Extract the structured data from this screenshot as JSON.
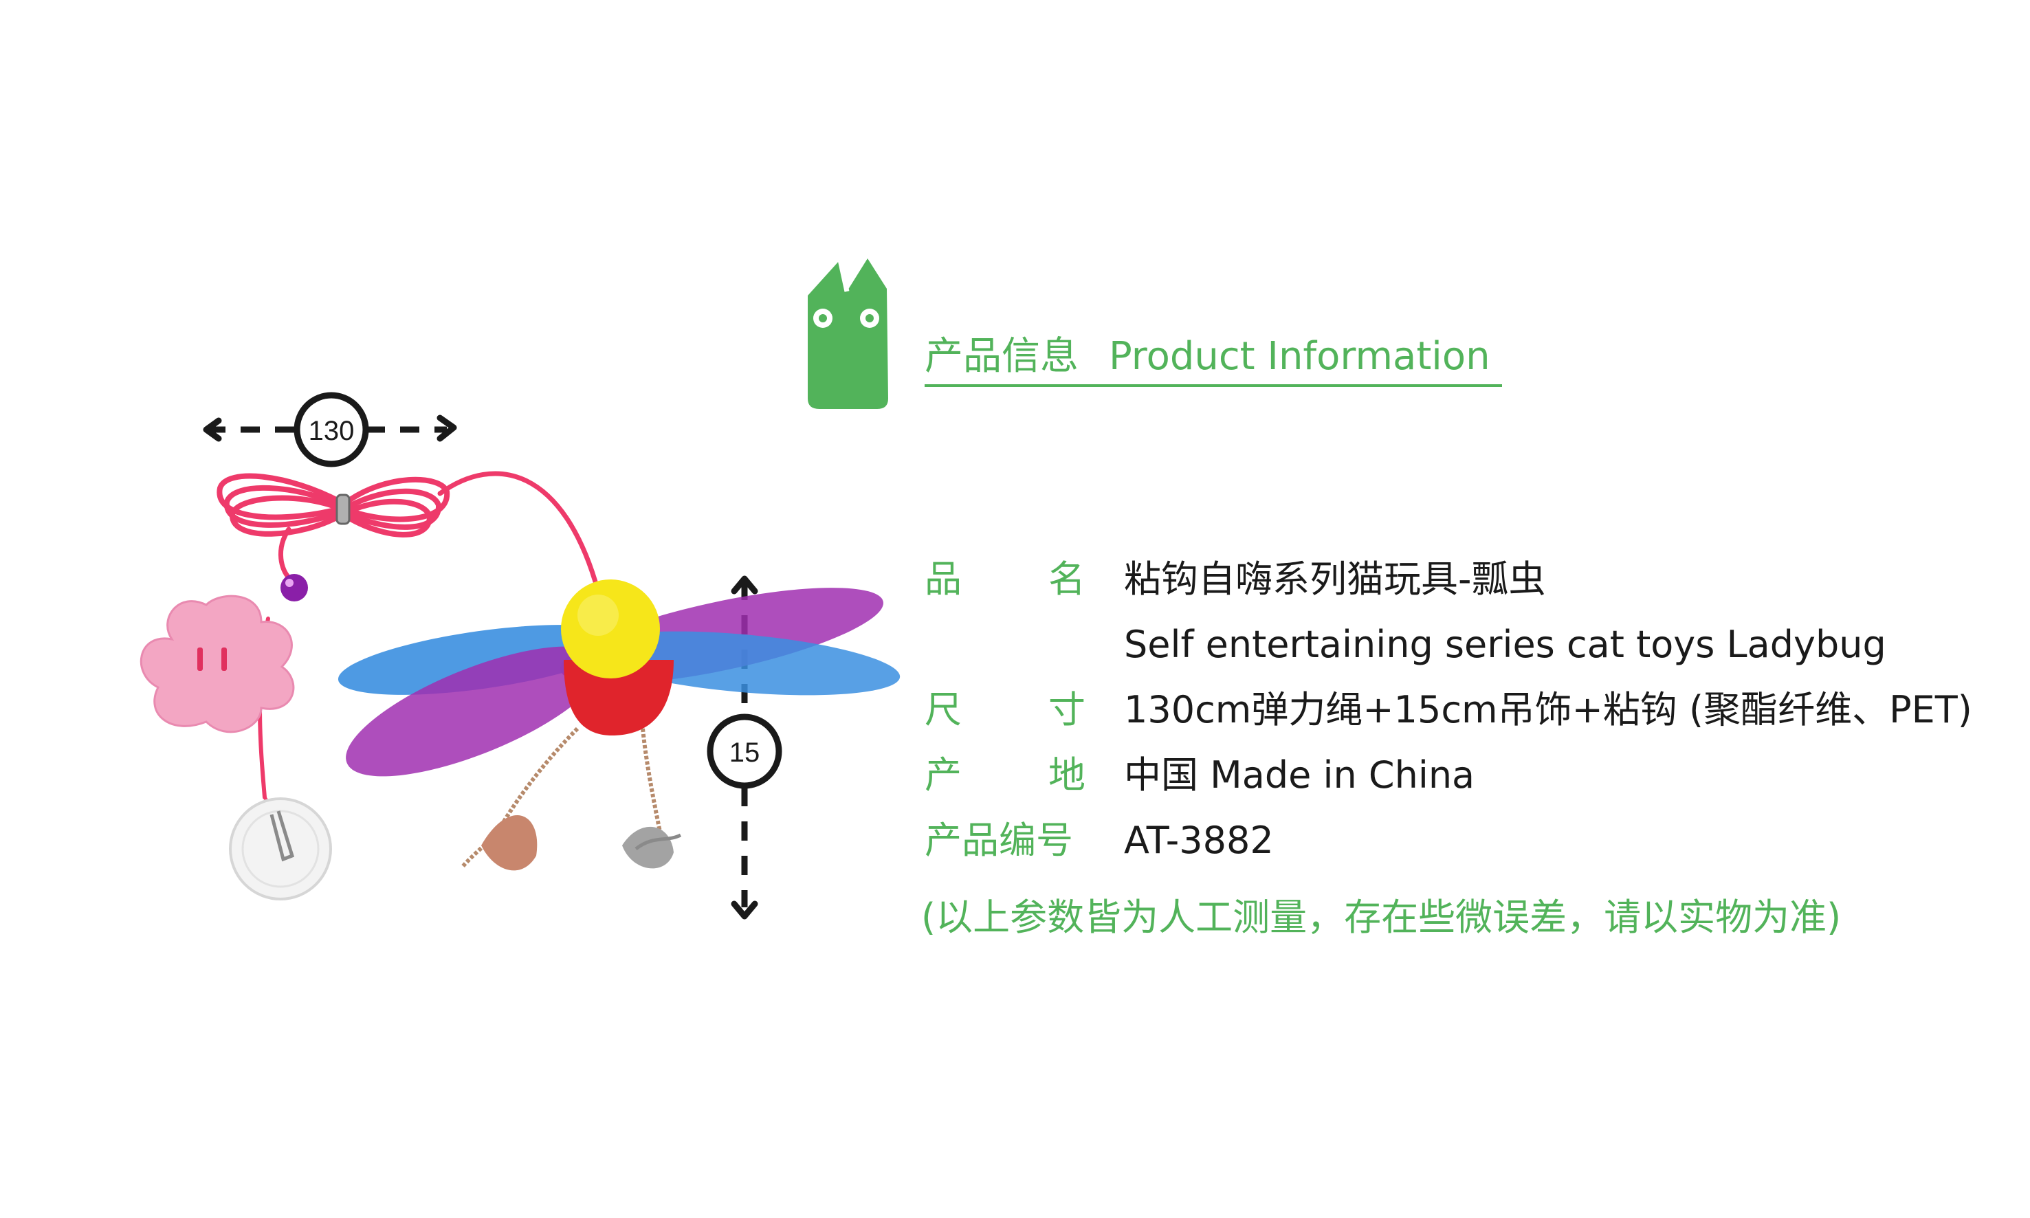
{
  "header": {
    "title_cn": "产品信息",
    "title_en": "Product Information",
    "logo_icon": "green-cat-logo-icon"
  },
  "dimensions": {
    "length_label": "130",
    "height_label": "15"
  },
  "info": {
    "name_label_a": "品",
    "name_label_b": "名",
    "name_cn": "粘钩自嗨系列猫玩具-瓢虫",
    "name_en": "Self entertaining series cat toys Ladybug",
    "size_label_a": "尺",
    "size_label_b": "寸",
    "size_value": "130cm弹力绳+15cm吊饰+粘钩 (聚酯纤维、PET)",
    "origin_label_a": "产",
    "origin_label_b": "地",
    "origin_value": "中国 Made in China",
    "code_label": "产品编号",
    "code_value": "AT-3882"
  },
  "note": "(以上参数皆为人工测量，存在些微误差，请以实物为准)",
  "colors": {
    "accent_green": "#52b35a",
    "cord_pink": "#ee3a6a",
    "wing_blue": "#3b8fe0",
    "wing_purple": "#a02fb0",
    "pompom_yellow": "#f6e61a",
    "body_red": "#e0242c"
  }
}
